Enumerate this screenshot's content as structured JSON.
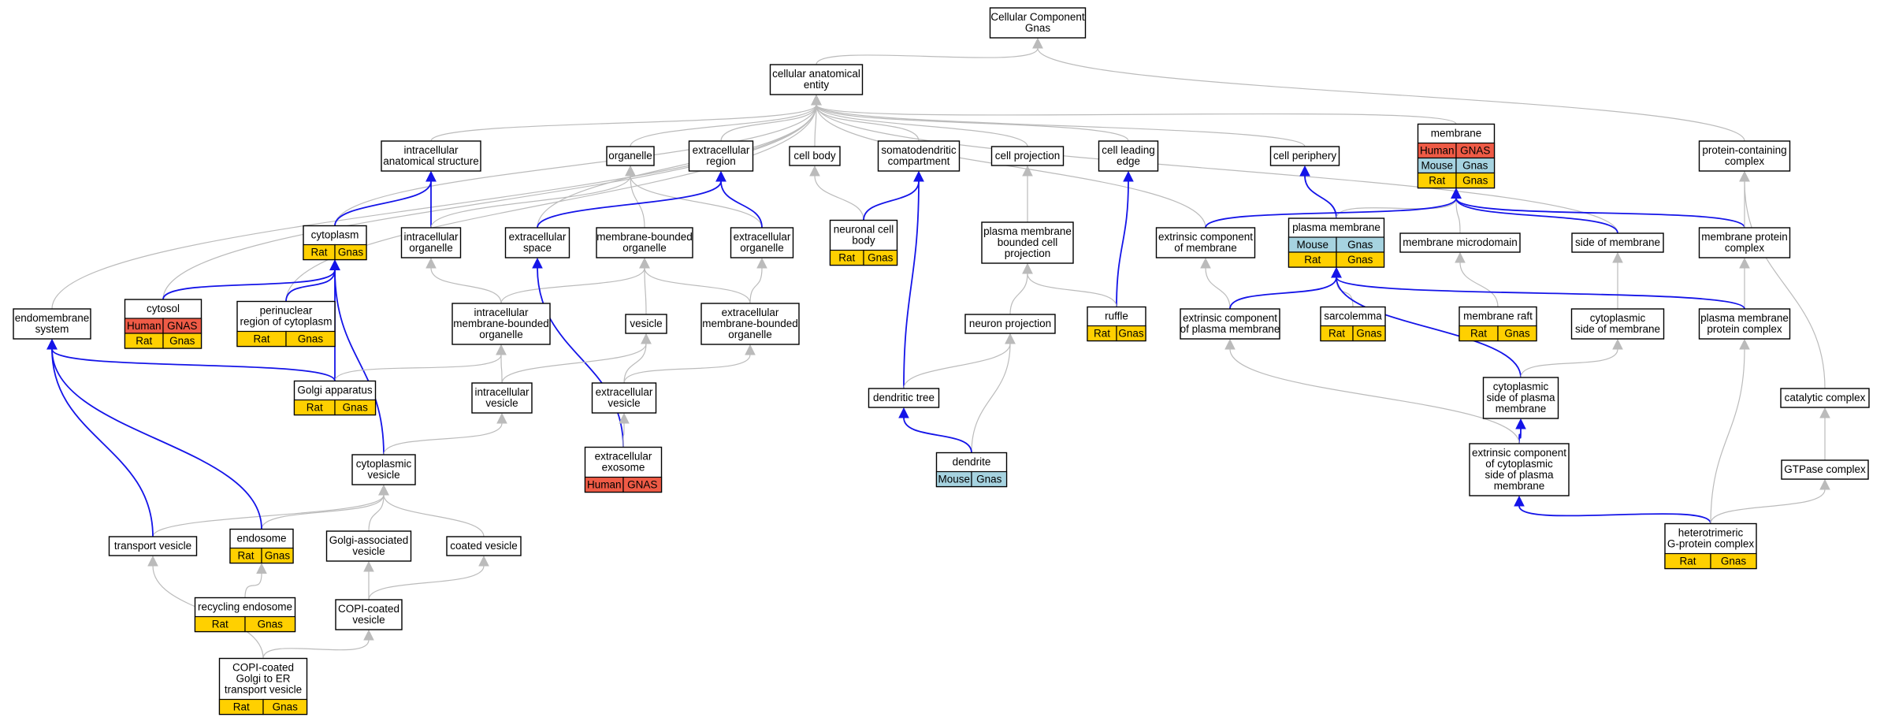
{
  "colors": {
    "Human": "#ef5b46",
    "Mouse": "#a6d3e0",
    "Rat": "#ffd000",
    "edge_gray": "#bbbbbb",
    "edge_blue": "#1414e8"
  },
  "nodes": [
    {
      "id": "root",
      "lines": [
        "Cellular Component",
        "Gnas"
      ],
      "rows": []
    },
    {
      "id": "cae",
      "lines": [
        "cellular anatomical",
        "entity"
      ],
      "rows": []
    },
    {
      "id": "ias",
      "lines": [
        "intracellular",
        "anatomical structure"
      ],
      "rows": []
    },
    {
      "id": "organelle",
      "lines": [
        "organelle"
      ],
      "rows": []
    },
    {
      "id": "exregion",
      "lines": [
        "extracellular",
        "region"
      ],
      "rows": []
    },
    {
      "id": "cellbody",
      "lines": [
        "cell body"
      ],
      "rows": []
    },
    {
      "id": "somato",
      "lines": [
        "somatodendritic",
        "compartment"
      ],
      "rows": []
    },
    {
      "id": "cellproj",
      "lines": [
        "cell projection"
      ],
      "rows": []
    },
    {
      "id": "leading",
      "lines": [
        "cell leading",
        "edge"
      ],
      "rows": []
    },
    {
      "id": "periphery",
      "lines": [
        "cell periphery"
      ],
      "rows": []
    },
    {
      "id": "membrane",
      "lines": [
        "membrane"
      ],
      "rows": [
        [
          "Human",
          "GNAS"
        ],
        [
          "Mouse",
          "Gnas"
        ],
        [
          "Rat",
          "Gnas"
        ]
      ]
    },
    {
      "id": "protcomplex",
      "lines": [
        "protein-containing",
        "complex"
      ],
      "rows": []
    },
    {
      "id": "cytoplasm",
      "lines": [
        "cytoplasm"
      ],
      "rows": [
        [
          "Rat",
          "Gnas"
        ]
      ]
    },
    {
      "id": "intorg",
      "lines": [
        "intracellular",
        "organelle"
      ],
      "rows": []
    },
    {
      "id": "exspace",
      "lines": [
        "extracellular",
        "space"
      ],
      "rows": []
    },
    {
      "id": "mbo",
      "lines": [
        "membrane-bounded",
        "organelle"
      ],
      "rows": []
    },
    {
      "id": "exorg",
      "lines": [
        "extracellular",
        "organelle"
      ],
      "rows": []
    },
    {
      "id": "neuronbody",
      "lines": [
        "neuronal cell",
        "body"
      ],
      "rows": [
        [
          "Rat",
          "Gnas"
        ]
      ]
    },
    {
      "id": "pmbcp",
      "lines": [
        "plasma membrane",
        "bounded cell",
        "projection"
      ],
      "rows": []
    },
    {
      "id": "extcompmem",
      "lines": [
        "extrinsic component",
        "of membrane"
      ],
      "rows": []
    },
    {
      "id": "plasmamem",
      "lines": [
        "plasma membrane"
      ],
      "rows": [
        [
          "Mouse",
          "Gnas"
        ],
        [
          "Rat",
          "Gnas"
        ]
      ]
    },
    {
      "id": "memmicro",
      "lines": [
        "membrane microdomain"
      ],
      "rows": []
    },
    {
      "id": "sideofmem",
      "lines": [
        "side of membrane"
      ],
      "rows": []
    },
    {
      "id": "memprotcomplex",
      "lines": [
        "membrane protein",
        "complex"
      ],
      "rows": []
    },
    {
      "id": "endomem",
      "lines": [
        "endomembrane",
        "system"
      ],
      "rows": []
    },
    {
      "id": "cytosol",
      "lines": [
        "cytosol"
      ],
      "rows": [
        [
          "Human",
          "GNAS"
        ],
        [
          "Rat",
          "Gnas"
        ]
      ]
    },
    {
      "id": "perinuclear",
      "lines": [
        "perinuclear",
        "region of cytoplasm"
      ],
      "rows": [
        [
          "Rat",
          "Gnas"
        ]
      ]
    },
    {
      "id": "imbo",
      "lines": [
        "intracellular",
        "membrane-bounded",
        "organelle"
      ],
      "rows": []
    },
    {
      "id": "vesicle",
      "lines": [
        "vesicle"
      ],
      "rows": []
    },
    {
      "id": "exmbo",
      "lines": [
        "extracellular",
        "membrane-bounded",
        "organelle"
      ],
      "rows": []
    },
    {
      "id": "neuronproj",
      "lines": [
        "neuron projection"
      ],
      "rows": []
    },
    {
      "id": "ruffle",
      "lines": [
        "ruffle"
      ],
      "rows": [
        [
          "Rat",
          "Gnas"
        ]
      ]
    },
    {
      "id": "extcomppm",
      "lines": [
        "extrinsic component",
        "of plasma membrane"
      ],
      "rows": []
    },
    {
      "id": "sarcolemma",
      "lines": [
        "sarcolemma"
      ],
      "rows": [
        [
          "Rat",
          "Gnas"
        ]
      ]
    },
    {
      "id": "memraft",
      "lines": [
        "membrane raft"
      ],
      "rows": [
        [
          "Rat",
          "Gnas"
        ]
      ]
    },
    {
      "id": "cytosidemem",
      "lines": [
        "cytoplasmic",
        "side of membrane"
      ],
      "rows": []
    },
    {
      "id": "pmprotcomplex",
      "lines": [
        "plasma membrane",
        "protein complex"
      ],
      "rows": []
    },
    {
      "id": "golgi",
      "lines": [
        "Golgi apparatus"
      ],
      "rows": [
        [
          "Rat",
          "Gnas"
        ]
      ]
    },
    {
      "id": "intvesicle",
      "lines": [
        "intracellular",
        "vesicle"
      ],
      "rows": []
    },
    {
      "id": "exvesicle",
      "lines": [
        "extracellular",
        "vesicle"
      ],
      "rows": []
    },
    {
      "id": "dendtree",
      "lines": [
        "dendritic tree"
      ],
      "rows": []
    },
    {
      "id": "cytosidepm",
      "lines": [
        "cytoplasmic",
        "side of plasma",
        "membrane"
      ],
      "rows": []
    },
    {
      "id": "catalytic",
      "lines": [
        "catalytic complex"
      ],
      "rows": []
    },
    {
      "id": "cytovesicle",
      "lines": [
        "cytoplasmic",
        "vesicle"
      ],
      "rows": []
    },
    {
      "id": "exosome",
      "lines": [
        "extracellular",
        "exosome"
      ],
      "rows": [
        [
          "Human",
          "GNAS"
        ]
      ]
    },
    {
      "id": "dendrite",
      "lines": [
        "dendrite"
      ],
      "rows": [
        [
          "Mouse",
          "Gnas"
        ]
      ]
    },
    {
      "id": "extcompcyto",
      "lines": [
        "extrinsic component",
        "of cytoplasmic",
        "side of plasma",
        "membrane"
      ],
      "rows": []
    },
    {
      "id": "gtpase",
      "lines": [
        "GTPase complex"
      ],
      "rows": []
    },
    {
      "id": "transportves",
      "lines": [
        "transport vesicle"
      ],
      "rows": []
    },
    {
      "id": "endosome",
      "lines": [
        "endosome"
      ],
      "rows": [
        [
          "Rat",
          "Gnas"
        ]
      ]
    },
    {
      "id": "golgiassoc",
      "lines": [
        "Golgi-associated",
        "vesicle"
      ],
      "rows": []
    },
    {
      "id": "coatedves",
      "lines": [
        "coated vesicle"
      ],
      "rows": []
    },
    {
      "id": "hetero",
      "lines": [
        "heterotrimeric",
        "G-protein complex"
      ],
      "rows": [
        [
          "Rat",
          "Gnas"
        ]
      ]
    },
    {
      "id": "recycling",
      "lines": [
        "recycling endosome"
      ],
      "rows": [
        [
          "Rat",
          "Gnas"
        ]
      ]
    },
    {
      "id": "copicoated",
      "lines": [
        "COPI-coated",
        "vesicle"
      ],
      "rows": []
    },
    {
      "id": "copigolgi",
      "lines": [
        "COPI-coated",
        "Golgi to ER",
        "transport vesicle"
      ],
      "rows": [
        [
          "Rat",
          "Gnas"
        ]
      ]
    }
  ],
  "edges": [
    {
      "from": "cae",
      "to": "root",
      "type": "is_a"
    },
    {
      "from": "protcomplex",
      "to": "root",
      "type": "is_a"
    },
    {
      "from": "ias",
      "to": "cae",
      "type": "is_a"
    },
    {
      "from": "organelle",
      "to": "cae",
      "type": "is_a"
    },
    {
      "from": "exregion",
      "to": "cae",
      "type": "is_a"
    },
    {
      "from": "cellbody",
      "to": "cae",
      "type": "is_a"
    },
    {
      "from": "somato",
      "to": "cae",
      "type": "is_a"
    },
    {
      "from": "cellproj",
      "to": "cae",
      "type": "is_a"
    },
    {
      "from": "leading",
      "to": "cae",
      "type": "is_a"
    },
    {
      "from": "periphery",
      "to": "cae",
      "type": "is_a"
    },
    {
      "from": "membrane",
      "to": "cae",
      "type": "is_a"
    },
    {
      "from": "endomem",
      "to": "cae",
      "type": "is_a"
    },
    {
      "from": "cytosol",
      "to": "cae",
      "type": "is_a"
    },
    {
      "from": "perinuclear",
      "to": "cae",
      "type": "is_a"
    },
    {
      "from": "cytoplasm",
      "to": "cae",
      "type": "is_a"
    },
    {
      "from": "exspace",
      "to": "cae",
      "type": "is_a"
    },
    {
      "from": "extcompmem",
      "to": "cae",
      "type": "is_a"
    },
    {
      "from": "sideofmem",
      "to": "cae",
      "type": "is_a"
    },
    {
      "from": "cytoplasm",
      "to": "ias",
      "type": "part_of"
    },
    {
      "from": "intorg",
      "to": "ias",
      "type": "part_of"
    },
    {
      "from": "intorg",
      "to": "organelle",
      "type": "is_a"
    },
    {
      "from": "mbo",
      "to": "organelle",
      "type": "is_a"
    },
    {
      "from": "exorg",
      "to": "organelle",
      "type": "is_a"
    },
    {
      "from": "exspace",
      "to": "exregion",
      "type": "part_of"
    },
    {
      "from": "exorg",
      "to": "exregion",
      "type": "part_of"
    },
    {
      "from": "neuronbody",
      "to": "cellbody",
      "type": "is_a"
    },
    {
      "from": "neuronbody",
      "to": "somato",
      "type": "part_of"
    },
    {
      "from": "pmbcp",
      "to": "cellproj",
      "type": "is_a"
    },
    {
      "from": "ruffle",
      "to": "leading",
      "type": "part_of"
    },
    {
      "from": "plasmamem",
      "to": "periphery",
      "type": "part_of"
    },
    {
      "from": "plasmamem",
      "to": "membrane",
      "type": "is_a"
    },
    {
      "from": "memmicro",
      "to": "membrane",
      "type": "is_a"
    },
    {
      "from": "extcompmem",
      "to": "membrane",
      "type": "part_of"
    },
    {
      "from": "sideofmem",
      "to": "membrane",
      "type": "part_of"
    },
    {
      "from": "memprotcomplex",
      "to": "membrane",
      "type": "part_of"
    },
    {
      "from": "memprotcomplex",
      "to": "protcomplex",
      "type": "is_a"
    },
    {
      "from": "catalytic",
      "to": "protcomplex",
      "type": "is_a"
    },
    {
      "from": "cytosol",
      "to": "cytoplasm",
      "type": "part_of"
    },
    {
      "from": "perinuclear",
      "to": "cytoplasm",
      "type": "part_of"
    },
    {
      "from": "golgi",
      "to": "cytoplasm",
      "type": "part_of"
    },
    {
      "from": "cytovesicle",
      "to": "cytoplasm",
      "type": "part_of"
    },
    {
      "from": "imbo",
      "to": "intorg",
      "type": "is_a"
    },
    {
      "from": "imbo",
      "to": "mbo",
      "type": "is_a"
    },
    {
      "from": "vesicle",
      "to": "mbo",
      "type": "is_a"
    },
    {
      "from": "exmbo",
      "to": "mbo",
      "type": "is_a"
    },
    {
      "from": "exmbo",
      "to": "exorg",
      "type": "is_a"
    },
    {
      "from": "exosome",
      "to": "exspace",
      "type": "part_of"
    },
    {
      "from": "neuronproj",
      "to": "pmbcp",
      "type": "is_a"
    },
    {
      "from": "ruffle",
      "to": "pmbcp",
      "type": "is_a"
    },
    {
      "from": "dendtree",
      "to": "somato",
      "type": "part_of"
    },
    {
      "from": "extcomppm",
      "to": "extcompmem",
      "type": "is_a"
    },
    {
      "from": "extcomppm",
      "to": "plasmamem",
      "type": "part_of"
    },
    {
      "from": "sarcolemma",
      "to": "plasmamem",
      "type": "is_a"
    },
    {
      "from": "memraft",
      "to": "memmicro",
      "type": "is_a"
    },
    {
      "from": "cytosidemem",
      "to": "sideofmem",
      "type": "is_a"
    },
    {
      "from": "pmprotcomplex",
      "to": "memprotcomplex",
      "type": "is_a"
    },
    {
      "from": "pmprotcomplex",
      "to": "plasmamem",
      "type": "part_of"
    },
    {
      "from": "cytosidepm",
      "to": "plasmamem",
      "type": "part_of"
    },
    {
      "from": "cytosidepm",
      "to": "cytosidemem",
      "type": "is_a"
    },
    {
      "from": "golgi",
      "to": "imbo",
      "type": "is_a"
    },
    {
      "from": "golgi",
      "to": "endomem",
      "type": "part_of"
    },
    {
      "from": "intvesicle",
      "to": "imbo",
      "type": "is_a"
    },
    {
      "from": "intvesicle",
      "to": "vesicle",
      "type": "is_a"
    },
    {
      "from": "exvesicle",
      "to": "vesicle",
      "type": "is_a"
    },
    {
      "from": "exvesicle",
      "to": "exmbo",
      "type": "is_a"
    },
    {
      "from": "exosome",
      "to": "exvesicle",
      "type": "is_a"
    },
    {
      "from": "dendtree",
      "to": "neuronproj",
      "type": "is_a"
    },
    {
      "from": "dendrite",
      "to": "neuronproj",
      "type": "is_a"
    },
    {
      "from": "dendrite",
      "to": "dendtree",
      "type": "part_of"
    },
    {
      "from": "extcompcyto",
      "to": "cytosidepm",
      "type": "part_of"
    },
    {
      "from": "extcompcyto",
      "to": "extcomppm",
      "type": "is_a"
    },
    {
      "from": "hetero",
      "to": "extcompcyto",
      "type": "part_of"
    },
    {
      "from": "hetero",
      "to": "pmprotcomplex",
      "type": "is_a"
    },
    {
      "from": "hetero",
      "to": "gtpase",
      "type": "is_a"
    },
    {
      "from": "gtpase",
      "to": "catalytic",
      "type": "is_a"
    },
    {
      "from": "cytovesicle",
      "to": "intvesicle",
      "type": "is_a"
    },
    {
      "from": "transportves",
      "to": "cytovesicle",
      "type": "is_a"
    },
    {
      "from": "transportves",
      "to": "endomem",
      "type": "part_of"
    },
    {
      "from": "endosome",
      "to": "cytovesicle",
      "type": "is_a"
    },
    {
      "from": "endosome",
      "to": "endomem",
      "type": "part_of"
    },
    {
      "from": "golgiassoc",
      "to": "cytovesicle",
      "type": "is_a"
    },
    {
      "from": "coatedves",
      "to": "cytovesicle",
      "type": "is_a"
    },
    {
      "from": "recycling",
      "to": "endosome",
      "type": "is_a"
    },
    {
      "from": "copicoated",
      "to": "golgiassoc",
      "type": "is_a"
    },
    {
      "from": "copicoated",
      "to": "coatedves",
      "type": "is_a"
    },
    {
      "from": "copigolgi",
      "to": "copicoated",
      "type": "is_a"
    },
    {
      "from": "copigolgi",
      "to": "transportves",
      "type": "is_a"
    }
  ]
}
